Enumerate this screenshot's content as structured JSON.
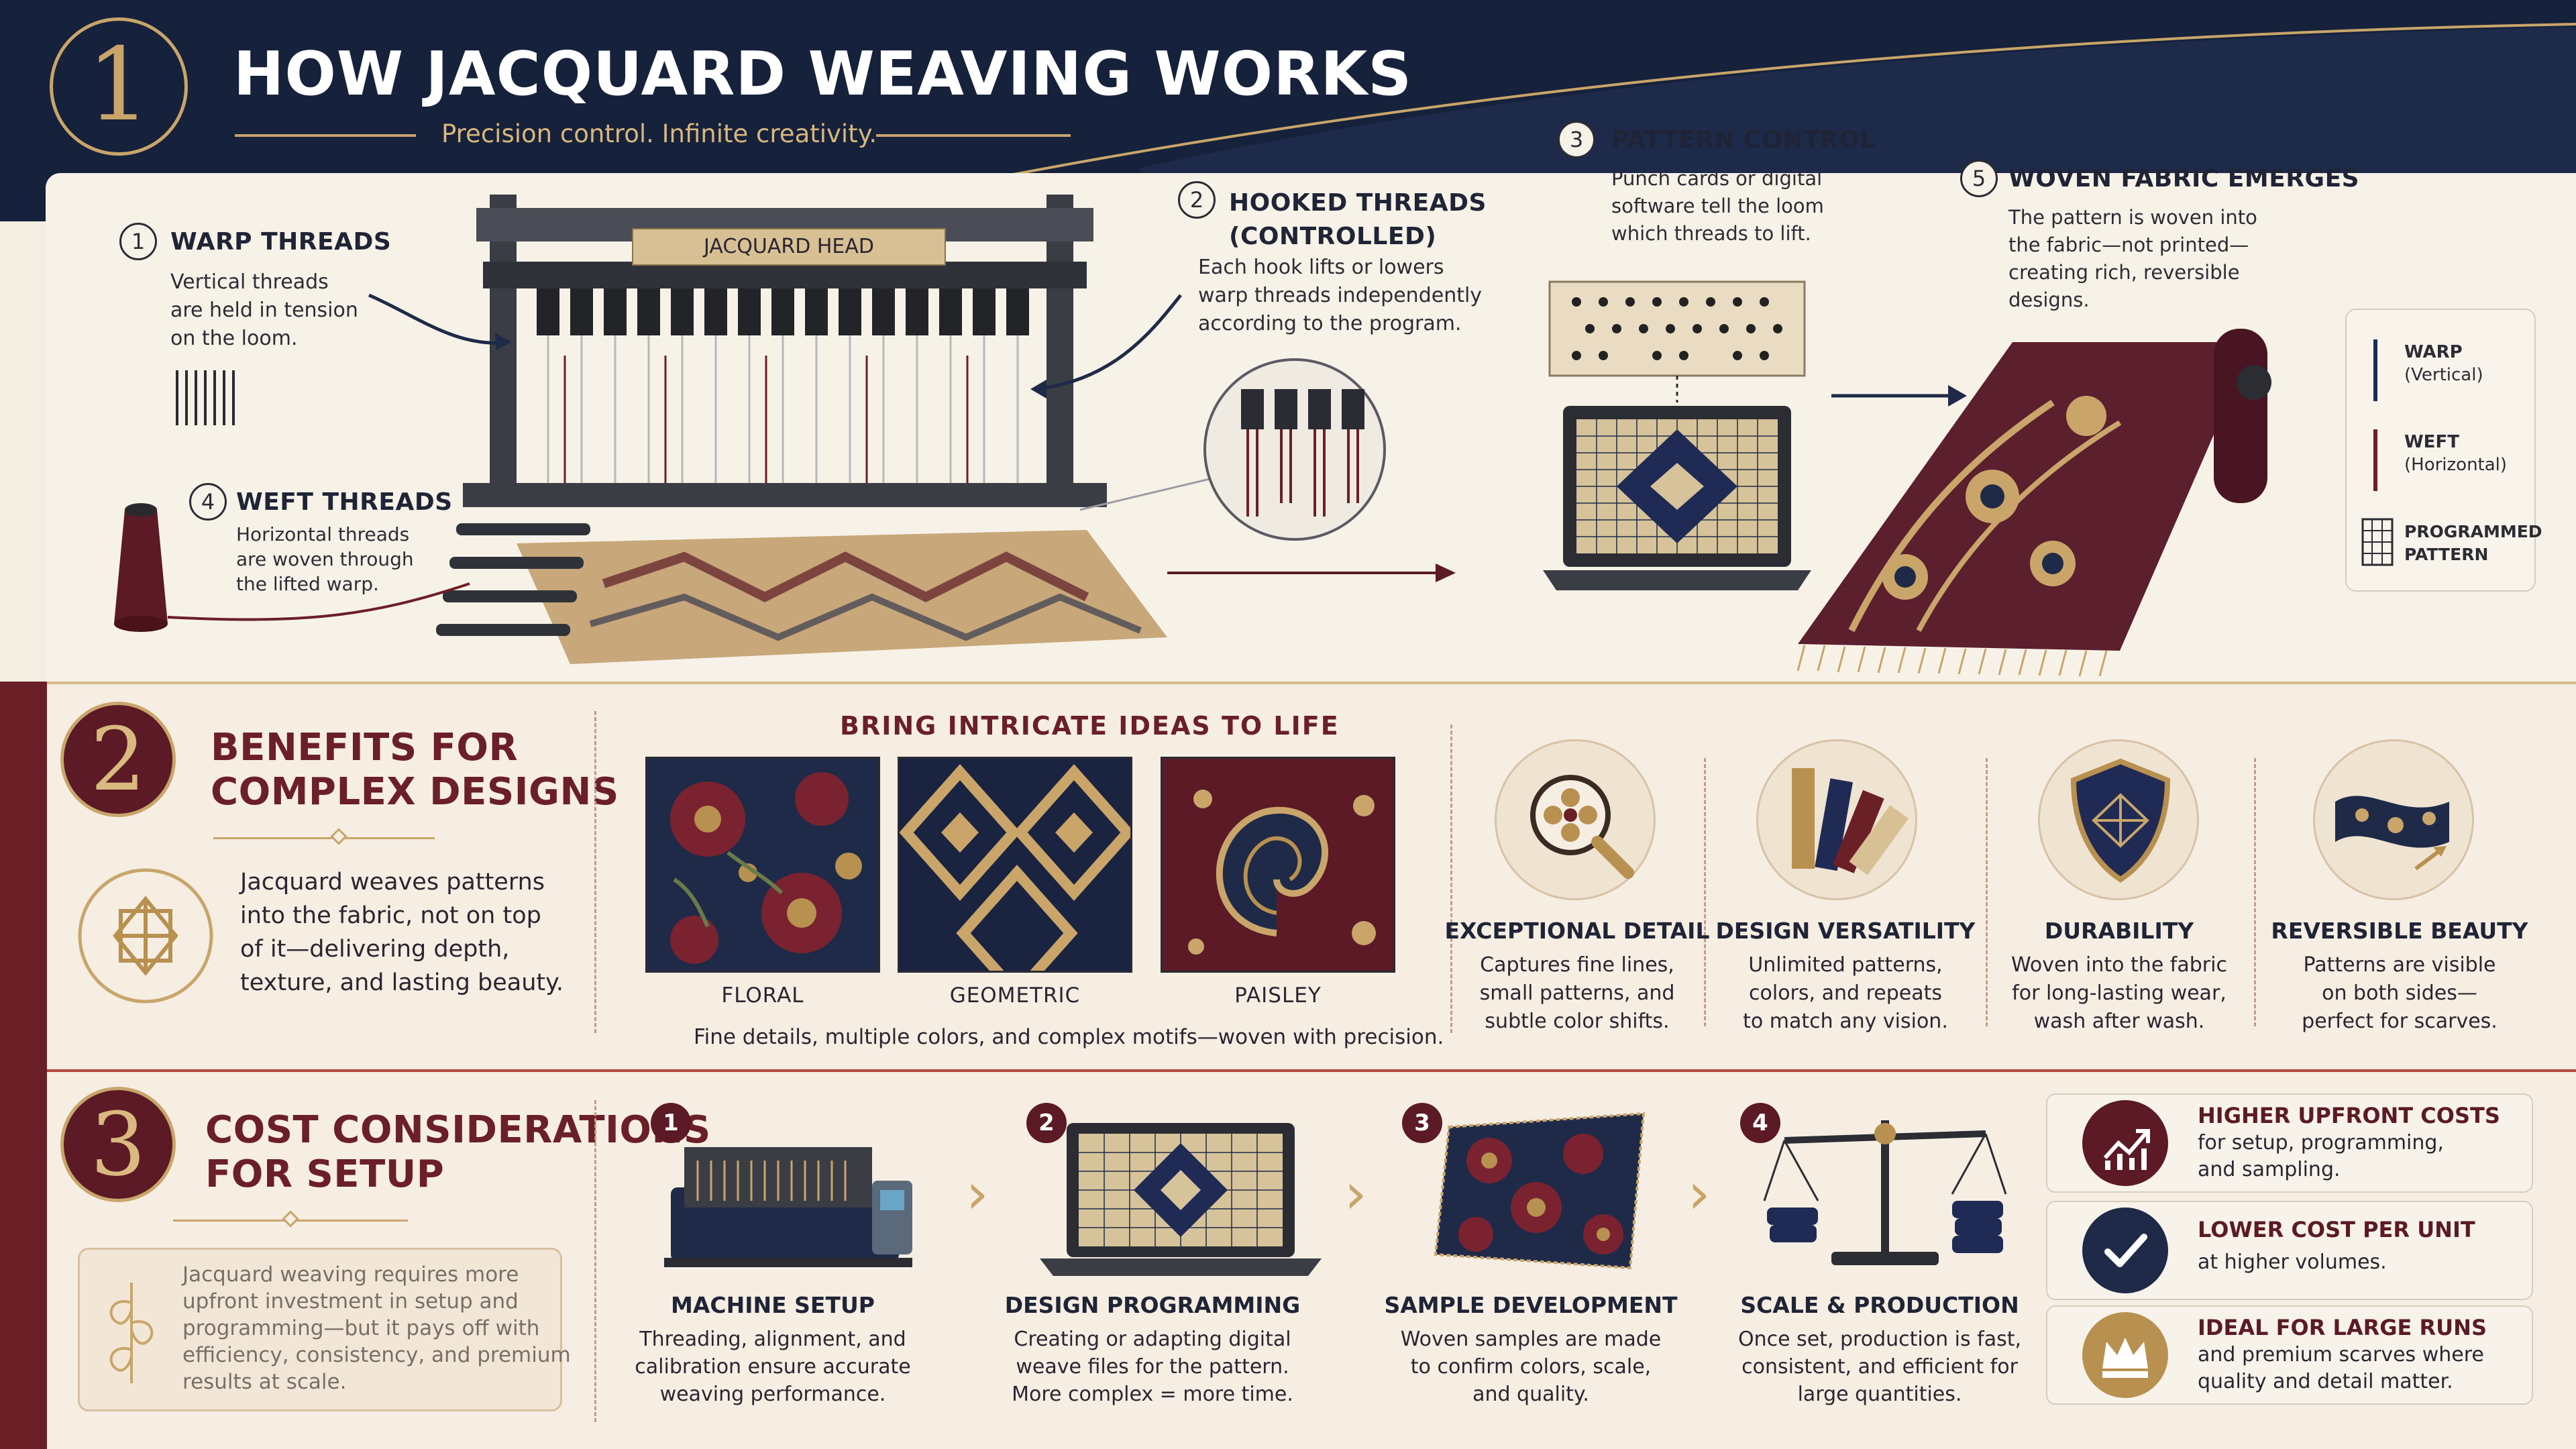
{
  "header": {
    "badge": "1",
    "title": "HOW JACQUARD WEAVING WORKS",
    "subtitle": "Precision control. Infinite creativity."
  },
  "section1": {
    "jacquard_head": "JACQUARD HEAD",
    "steps": [
      {
        "num": "1",
        "title": "WARP THREADS",
        "text": [
          "Vertical threads",
          "are held in tension",
          "on the loom."
        ]
      },
      {
        "num": "2",
        "title_l1": "HOOKED THREADS",
        "title_l2": "(CONTROLLED)",
        "text": [
          "Each hook lifts or lowers",
          "warp threads independently",
          "according to the program."
        ]
      },
      {
        "num": "3",
        "title": "PATTERN CONTROL",
        "text": [
          "Punch cards or digital",
          "software tell the loom",
          "which threads to lift."
        ]
      },
      {
        "num": "4",
        "title": "WEFT THREADS",
        "text": [
          "Horizontal threads",
          "are woven through",
          "the lifted warp."
        ]
      },
      {
        "num": "5",
        "title": "WOVEN FABRIC EMERGES",
        "text": [
          "The pattern is woven into",
          "the fabric—not printed—",
          "creating rich, reversible",
          "designs."
        ]
      }
    ],
    "legend": [
      {
        "label": "WARP",
        "sub": "(Vertical)",
        "color": "#1f2a55"
      },
      {
        "label": "WEFT",
        "sub": "(Horizontal)",
        "color": "#6b1f27"
      },
      {
        "label": "PROGRAMMED",
        "sub": "PATTERN",
        "icon": "grid-icon"
      }
    ]
  },
  "section2": {
    "badge": "2",
    "title_l1": "BENEFITS FOR",
    "title_l2": "COMPLEX DESIGNS",
    "body": [
      "Jacquard weaves patterns",
      "into the fabric, not on top",
      "of it—delivering depth,",
      "texture, and lasting beauty."
    ],
    "bring_title": "BRING INTRICATE IDEAS TO LIFE",
    "swatches": [
      "FLORAL",
      "GEOMETRIC",
      "PAISLEY"
    ],
    "fine_details": "Fine details, multiple colors, and complex motifs—woven with precision.",
    "features": [
      {
        "title": "EXCEPTIONAL DETAIL",
        "text": [
          "Captures fine lines,",
          "small patterns, and",
          "subtle color shifts."
        ],
        "icon": "magnifier-flower-icon"
      },
      {
        "title": "DESIGN VERSATILITY",
        "text": [
          "Unlimited patterns,",
          "colors, and repeats",
          "to match any vision."
        ],
        "icon": "color-swatches-icon"
      },
      {
        "title": "DURABILITY",
        "text": [
          "Woven into the fabric",
          "for long-lasting wear,",
          "wash after wash."
        ],
        "icon": "shield-icon"
      },
      {
        "title": "REVERSIBLE BEAUTY",
        "text": [
          "Patterns are visible",
          "on both sides—",
          "perfect for scarves."
        ],
        "icon": "reversible-scarf-icon"
      }
    ]
  },
  "section3": {
    "badge": "3",
    "title_l1": "COST CONSIDERATIONS",
    "title_l2": "FOR SETUP",
    "body": [
      "Jacquard weaving requires more",
      "upfront investment in setup and",
      "programming—but it pays off with",
      "efficiency, consistency, and premium",
      "results at scale."
    ],
    "steps": [
      {
        "num": "1",
        "title": "MACHINE SETUP",
        "text": [
          "Threading, alignment, and",
          "calibration ensure accurate",
          "weaving performance."
        ],
        "icon": "loom-machine-icon"
      },
      {
        "num": "2",
        "title": "DESIGN PROGRAMMING",
        "text": [
          "Creating or adapting digital",
          "weave files for the pattern.",
          "More complex = more time."
        ],
        "icon": "laptop-pattern-icon"
      },
      {
        "num": "3",
        "title": "SAMPLE DEVELOPMENT",
        "text": [
          "Woven samples are made",
          "to confirm colors, scale,",
          "and quality."
        ],
        "icon": "fabric-sample-icon"
      },
      {
        "num": "4",
        "title": "SCALE & PRODUCTION",
        "text": [
          "Once set, production is fast,",
          "consistent, and efficient for",
          "large quantities."
        ],
        "icon": "balance-scale-icon"
      }
    ],
    "costs": [
      {
        "title": "HIGHER UPFRONT COSTS",
        "text": [
          "for setup, programming,",
          "and sampling."
        ],
        "icon": "chart-up-icon",
        "color": "#5b1a26"
      },
      {
        "title": "LOWER COST PER UNIT",
        "text": [
          "at higher volumes."
        ],
        "icon": "checkmark-icon",
        "color": "#1f2a48"
      },
      {
        "title": "IDEAL FOR LARGE RUNS",
        "text": [
          "and premium scarves where",
          "quality and detail matter."
        ],
        "icon": "crown-icon",
        "color": "#b8904f"
      }
    ]
  }
}
